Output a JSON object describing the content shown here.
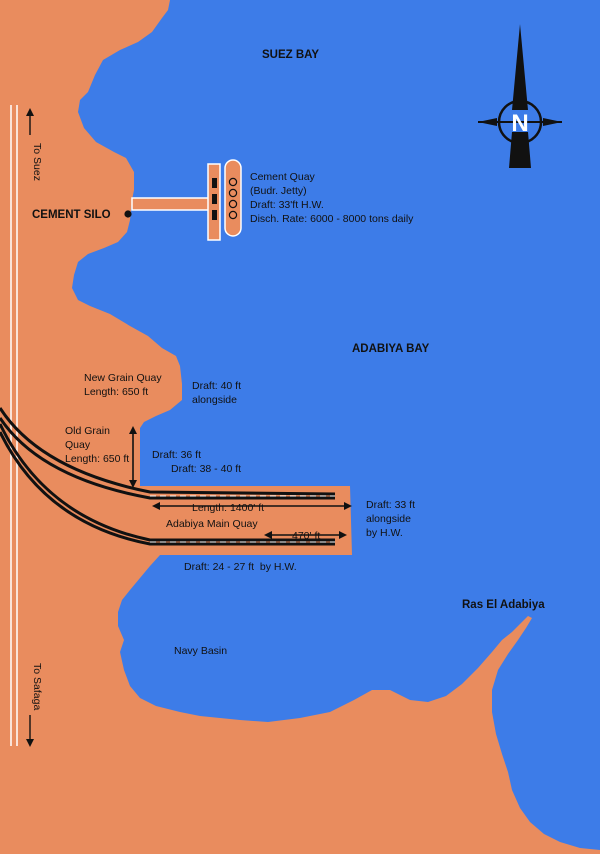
{
  "colors": {
    "water": "#3d7ce8",
    "land": "#e98c5e",
    "rail": "#111111",
    "quay_line": "#ffffff"
  },
  "labels": {
    "suez_bay": "SUEZ BAY",
    "adabiya_bay": "ADABIYA BAY",
    "cement_silo": "CEMENT SILO",
    "ras_el_adabiya": "Ras El Adabiya",
    "navy_basin": "Navy Basin",
    "to_suez": "To Suez",
    "to_safaga": "To Safaga",
    "north": "N"
  },
  "cement_quay": {
    "line1": "Cement Quay",
    "line2": "(Budr. Jetty)",
    "line3": "Draft: 33'ft H.W.",
    "line4": "Disch. Rate: 6000 - 8000 tons daily"
  },
  "new_grain_quay": {
    "line1": "New Grain Quay",
    "line2": "Length: 650 ft"
  },
  "new_grain_draft": {
    "line1": "Draft: 40 ft",
    "line2": "alongside"
  },
  "old_grain_quay": {
    "line1": "Old Grain",
    "line2": "Quay",
    "line3": "Length: 650 ft"
  },
  "old_grain_draft": {
    "line1": "Draft: 36 ft",
    "line2": "Draft: 38 - 40 ft"
  },
  "main_quay": {
    "length": "Length: 1400' ft",
    "name": "Adabiya Main Quay",
    "section": "470' ft"
  },
  "main_quay_draft_east": {
    "line1": "Draft: 33 ft",
    "line2": "alongside",
    "line3": "by H.W."
  },
  "main_quay_draft_south": "Draft: 24 - 27 ft  by H.W."
}
